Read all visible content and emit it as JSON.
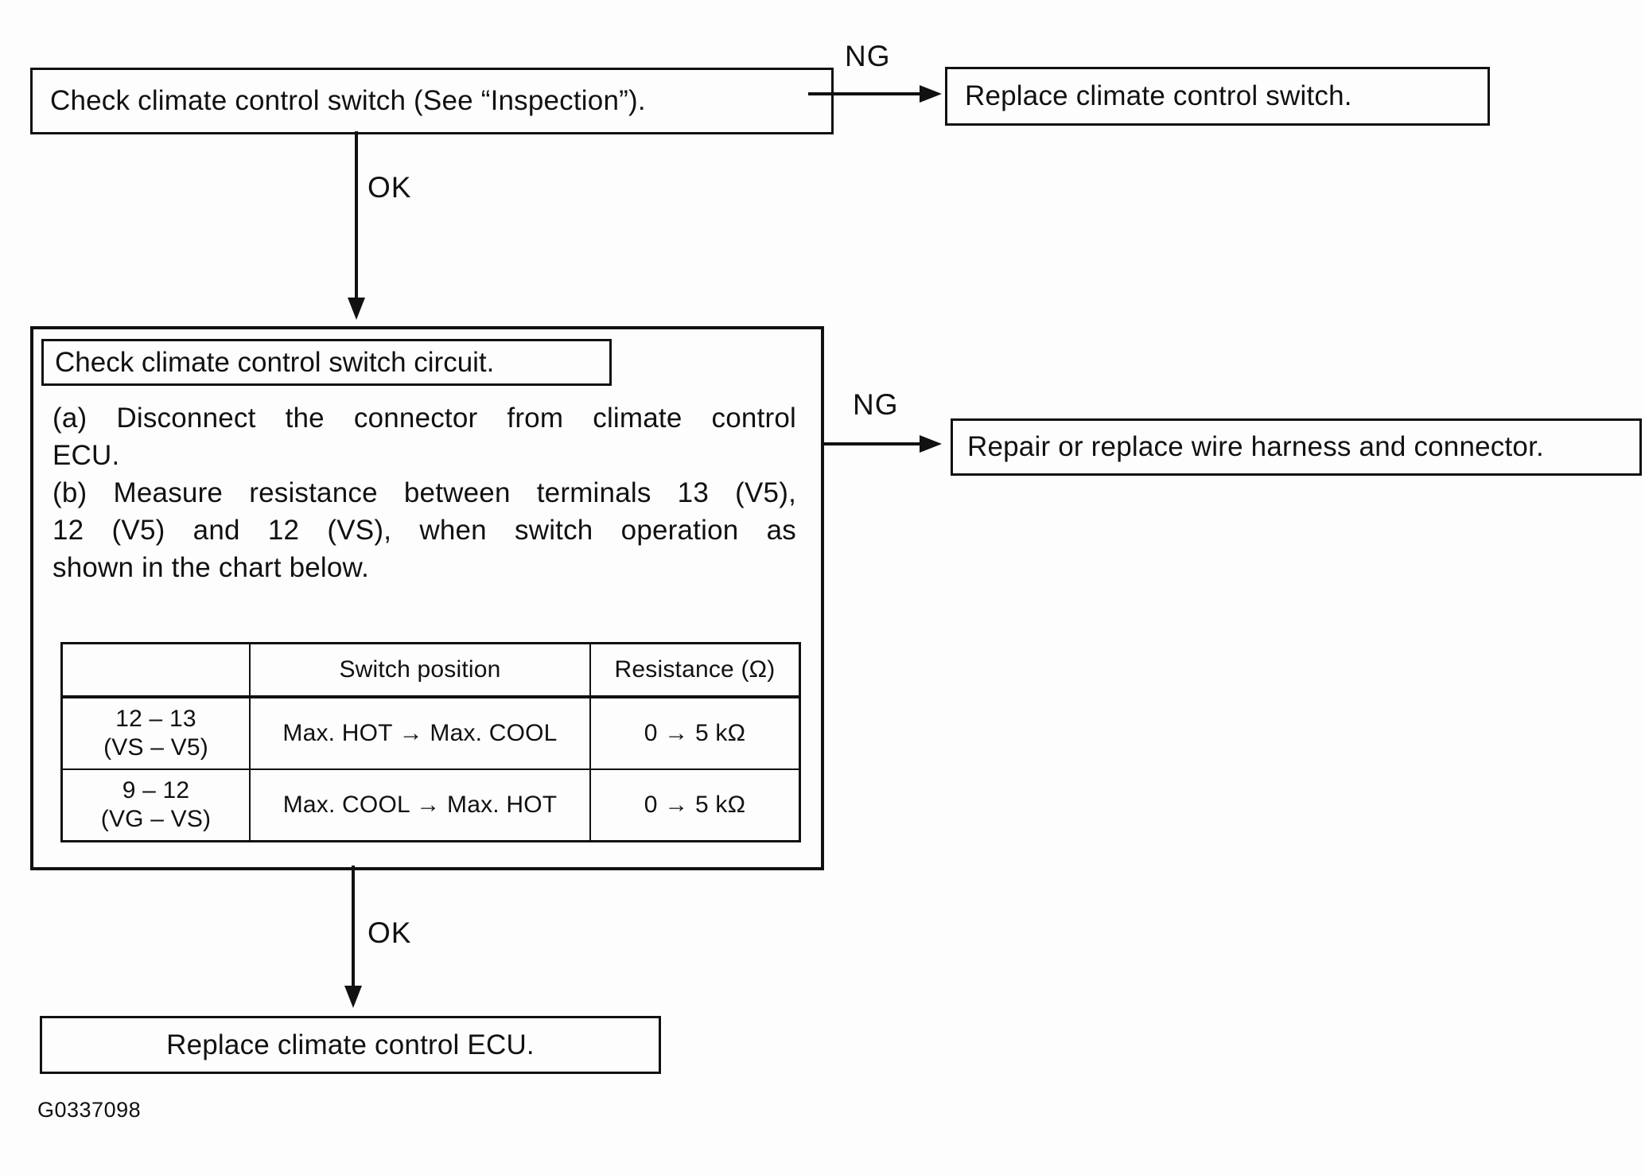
{
  "flowchart": {
    "step1": {
      "label": "Check climate control switch (See  “Inspection”)."
    },
    "ng1": {
      "label": "NG"
    },
    "replace_switch": {
      "label": "Replace climate control switch."
    },
    "ok1": {
      "label": "OK"
    },
    "step2": {
      "title": "Check climate control switch circuit.",
      "instruction_lines": [
        "(a)   Disconnect the connector from climate control",
        "ECU.",
        "(b)  Measure resistance between terminals 13 (V5),",
        "12 (V5) and 12 (VS), when switch operation as",
        "shown in the chart below."
      ],
      "table": {
        "col_headers": [
          "",
          "Switch position",
          "Resistance (Ω)"
        ],
        "rows": [
          {
            "terminals": "12 – 13",
            "pins": "(VS – V5)",
            "switch_position": "Max. HOT → Max. COOL",
            "resistance": "0 → 5 kΩ"
          },
          {
            "terminals": "9 – 12",
            "pins": "(VG – VS)",
            "switch_position": "Max. COOL → Max. HOT",
            "resistance": "0 → 5 kΩ"
          }
        ]
      }
    },
    "ng2": {
      "label": "NG"
    },
    "repair_harness": {
      "label": "Repair or replace wire harness and connector."
    },
    "ok2": {
      "label": "OK"
    },
    "replace_ecu": {
      "label": "Replace climate control ECU."
    },
    "figure_id": "G0337098"
  }
}
